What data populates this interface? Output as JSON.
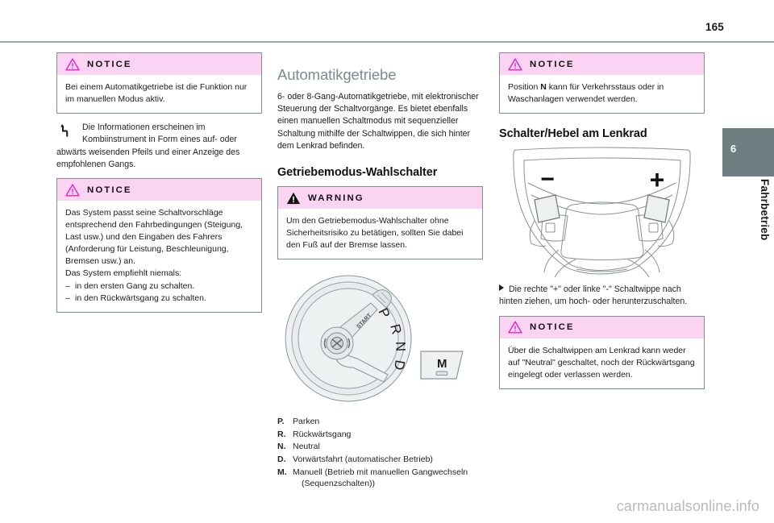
{
  "page": {
    "number": "165",
    "chapter_number": "6",
    "chapter_label": "Fahrbetrieb",
    "watermark": "carmanualsonline.info"
  },
  "colors": {
    "callout_header_bg": "#fbd4f4",
    "notice_icon": "#e324c6",
    "warning_icon": "#111111",
    "tab_bg": "#6d7f80",
    "heading": "#7d8b8f",
    "rule": "#9aa7ab"
  },
  "column_left": {
    "notice_1": {
      "type": "NOTICE",
      "title": "NOTICE",
      "icon": "warning-triangle-outline-icon",
      "body": "Bei einem Automatikgetriebe ist die Funktion nur im manuellen Modus aktiv."
    },
    "picto_note": {
      "icon": "gear-shift-indicator-icon",
      "line_1": "Die Informationen erscheinen im",
      "line_2": "Kombiinstrument in Form eines auf- oder",
      "line_3": "abwärts weisenden Pfeils und einer Anzeige des",
      "line_4": "empfohlenen Gangs."
    },
    "notice_2": {
      "type": "NOTICE",
      "title": "NOTICE",
      "icon": "warning-triangle-outline-icon",
      "paragraph_1": "Das System passt seine Schaltvorschläge entsprechend den Fahrbedingungen (Steigung, Last usw.) und den Eingaben des Fahrers (Anforderung für Leistung, Beschleunigung, Bremsen usw.) an.",
      "paragraph_2": "Das System empfiehlt niemals:",
      "dash_items": [
        "in den ersten Gang zu schalten.",
        "in den Rückwärtsgang zu schalten."
      ],
      "dash_char": "–"
    }
  },
  "column_middle": {
    "heading_1": "Automatikgetriebe",
    "intro": "6- oder 8-Gang-Automatikgetriebe, mit elektronischer Steuerung der Schaltvorgänge. Es bietet ebenfalls einen manuellen Schaltmodus mit sequenzieller Schaltung mithilfe der Schaltwippen, die sich hinter dem Lenkrad befinden.",
    "heading_2": "Getriebemodus-Wahlschalter",
    "warning": {
      "type": "WARNING",
      "title": "WARNING",
      "icon": "warning-triangle-solid-icon",
      "body": "Um den Getriebemodus-Wahlschalter ohne Sicherheitsrisiko zu betätigen, sollten Sie dabei den Fuß auf der Bremse lassen."
    },
    "figure": {
      "name": "rotary-gear-selector-diagram",
      "dial_labels": [
        "P",
        "R",
        "N",
        "D"
      ],
      "center_label": "START",
      "button_label": "M"
    },
    "legend": [
      {
        "key": "P.",
        "value": "Parken",
        "continuation": ""
      },
      {
        "key": "R.",
        "value": "Rückwärtsgang",
        "continuation": ""
      },
      {
        "key": "N.",
        "value": "Neutral",
        "continuation": ""
      },
      {
        "key": "D.",
        "value": "Vorwärtsfahrt (automatischer Betrieb)",
        "continuation": ""
      },
      {
        "key": "M.",
        "value": "Manuell (Betrieb mit manuellen Gangwechseln",
        "continuation": "(Sequenzschalten))"
      }
    ]
  },
  "column_right": {
    "notice_1": {
      "type": "NOTICE",
      "title": "NOTICE",
      "icon": "warning-triangle-outline-icon",
      "body_pre": "Position ",
      "body_bold": "N",
      "body_post": " kann für Verkehrsstaus oder in Waschanlagen verwendet werden."
    },
    "heading": "Schalter/Hebel am Lenkrad",
    "figure": {
      "name": "steering-wheel-paddle-shifters-diagram",
      "left_paddle_label": "−",
      "right_paddle_label": "+"
    },
    "arrow_note": "Die rechte \"+\" oder linke \"-\" Schaltwippe nach hinten ziehen, um hoch- oder herunterzuschalten.",
    "notice_2": {
      "type": "NOTICE",
      "title": "NOTICE",
      "icon": "warning-triangle-outline-icon",
      "body": "Über die Schaltwippen am Lenkrad kann weder auf \"Neutral\" geschaltet, noch der Rückwärtsgang eingelegt oder verlassen werden."
    }
  }
}
